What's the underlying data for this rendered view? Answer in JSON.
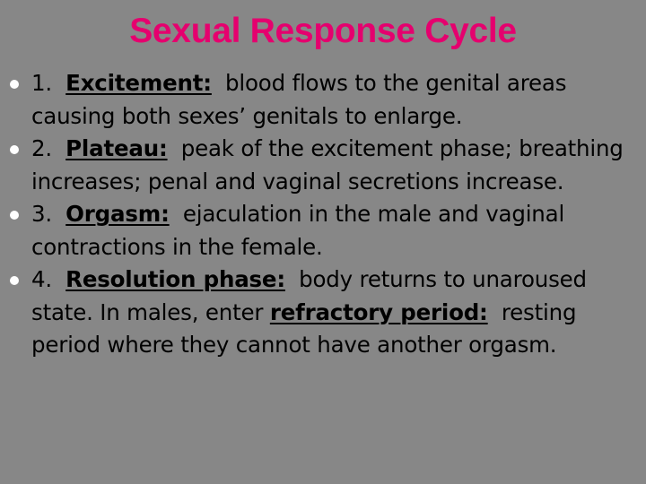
{
  "slide": {
    "title": "Sexual Response Cycle",
    "bullets": [
      {
        "num": "1.",
        "term": "Excitement:",
        "text": "blood flows to the genital areas causing both sexes’ genitals to enlarge."
      },
      {
        "num": "2.",
        "term": "Plateau:",
        "text": "peak of the excitement phase; breathing increases; penal and vaginal secretions increase."
      },
      {
        "num": "3.",
        "term": "Orgasm:",
        "text": "ejaculation in the male and vaginal contractions in the female."
      },
      {
        "num": "4.",
        "term": "Resolution phase:",
        "text": "body returns to unaroused state.  In males, enter",
        "term2": "refractory period:",
        "text2": "resting period where they cannot have another orgasm."
      }
    ]
  },
  "colors": {
    "background": "#878787",
    "title": "#e5006e",
    "bullet_dot": "#ffffff",
    "text": "#000000"
  }
}
